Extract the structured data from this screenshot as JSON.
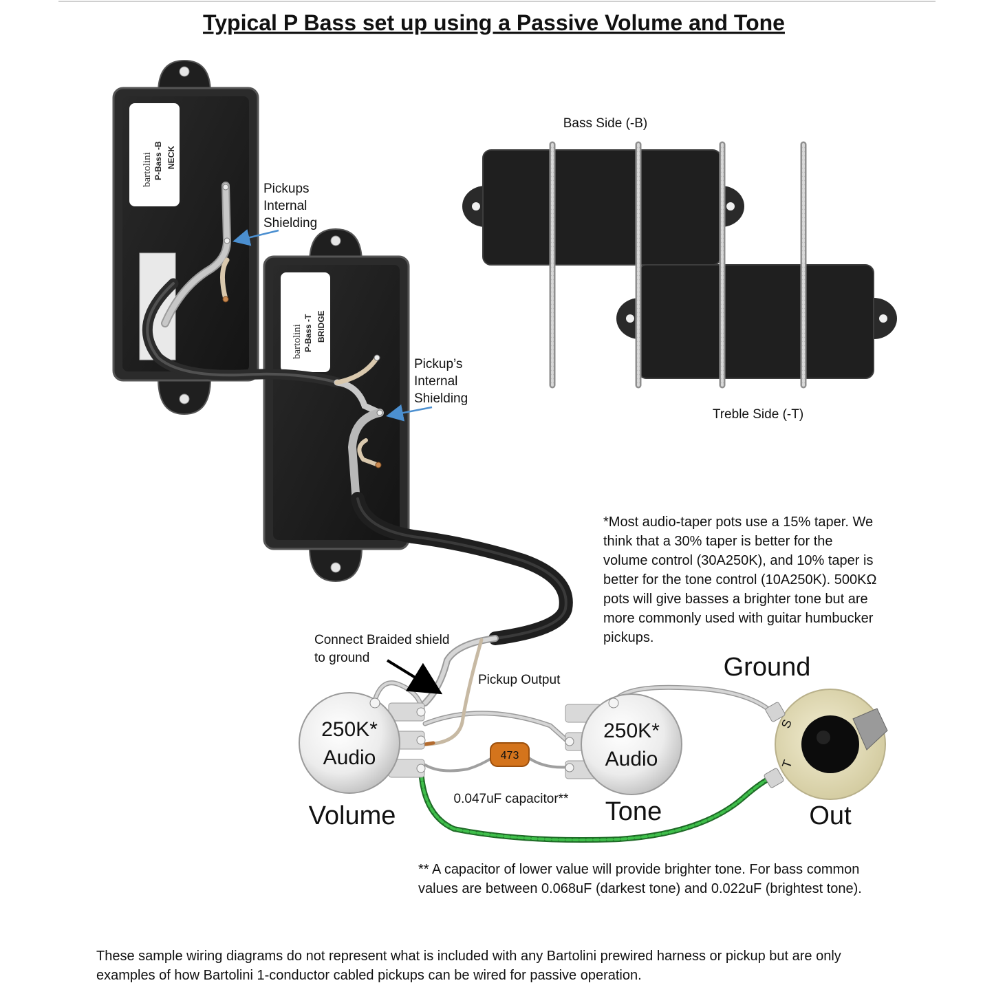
{
  "title": "Typical P Bass set up using a Passive Volume and Tone",
  "neck_pickup": {
    "brand": "bartolini",
    "model": "P-Bass -B",
    "position": "NECK"
  },
  "bridge_pickup": {
    "brand": "bartolini",
    "model": "P-Bass -T",
    "position": "BRIDGE"
  },
  "labels": {
    "pickups_internal_shielding": [
      "Pickups",
      "Internal",
      "Shielding"
    ],
    "pickup_internal_shielding": [
      "Pickup’s",
      "Internal",
      "Shielding"
    ],
    "bass_side": "Bass Side (-B)",
    "treble_side": "Treble Side (-T)",
    "connect_shield": [
      "Connect Braided shield",
      "to ground"
    ],
    "pickup_output": "Pickup Output",
    "ground": "Ground",
    "capacitor": "0.047uF capacitor**",
    "capacitor_code": "473",
    "volume": "Volume",
    "tone": "Tone",
    "out": "Out",
    "jack_s": "S",
    "jack_t": "T"
  },
  "pots": {
    "volume": [
      "250K*",
      "Audio"
    ],
    "tone": [
      "250K*",
      "Audio"
    ]
  },
  "taper_note": [
    "*Most audio-taper pots use a 15% taper. We",
    "think that a 30% taper is better for the",
    "volume control (30A250K), and 10% taper is",
    "better for the tone control (10A250K). 500KΩ",
    "pots will give basses a brighter tone but are",
    "more commonly used with guitar humbucker",
    "pickups."
  ],
  "capacitor_note": [
    "** A capacitor of lower value will provide brighter tone.  For bass common",
    "values are between 0.068uF (darkest tone) and 0.022uF (brightest tone)."
  ],
  "disclaimer": [
    "These sample wiring diagrams do not represent what is included with any Bartolini prewired harness or pickup but are only",
    "examples of how Bartolini 1-conductor cabled pickups can be wired for passive operation."
  ],
  "colors": {
    "pickup_body": "#1c1c1c",
    "pot_face": "#ececec",
    "ground_wire": "#d6d6d6",
    "hot_wire_green": "#2e9a3a",
    "capacitor": "#d4741c",
    "arrow_blue": "#4b8fd0",
    "jack": "#e9e3c4"
  }
}
